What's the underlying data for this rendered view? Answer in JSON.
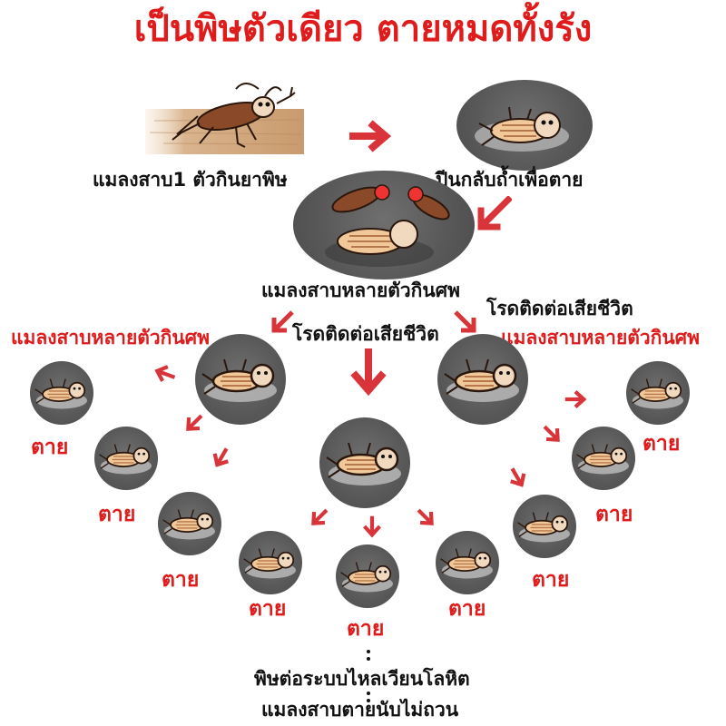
{
  "title": "เป็นพิษตัวเดียว ตายหมดทั้งรัง",
  "labels": {
    "one_eats_poison": "แมลงสาบ1 ตัวกินยาพิษ",
    "returns_to_nest": "ปีนกลับถ้ำเพื่อตาย",
    "many_eat_corpse_center": "แมลงสาบหลายตัวกินศพ",
    "contagious_death_right_top": "โรดติดต่อเสียชีวิต",
    "many_eat_corpse_left": "แมลงสาบหลายตัวกินศพ",
    "contagious_death_center": "โรดติดต่อเสียชีวิต",
    "many_eat_corpse_right": "แมลงสาบหลายตัวกินศพ",
    "bottom_line_1": "พิษต่อระบบไหลเวียนโลหิต",
    "bottom_line_2": "แมลงสาบตายนับไม่ถวน"
  },
  "death_label": "ตาย",
  "colors": {
    "accent_red": "#e01b1b",
    "arrow_red": "#d8343a",
    "text_black": "#111111",
    "circle_gray": "#5a5a5a",
    "cockroach_brown": "#8a4a2a"
  },
  "icons": [
    "cockroach-eating-poison",
    "dead-cockroach",
    "cockroach-walking",
    "right-arrow",
    "down-arrow"
  ]
}
